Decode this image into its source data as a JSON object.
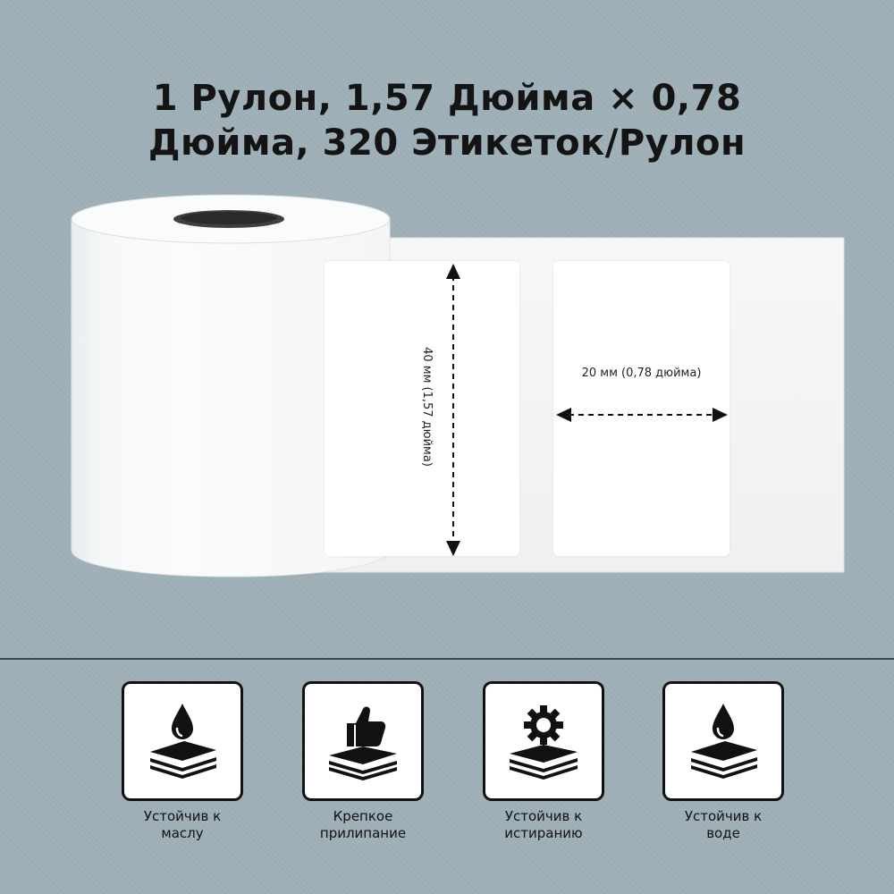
{
  "headline": {
    "line1": "1 Рулон, 1,57 Дюйма × 0,78",
    "line2": "Дюйма, 320 Этикеток/Рулон"
  },
  "dimensions": {
    "height_label": "40 мм (1,57 дюйма)",
    "width_label": "20 мм (0,78 дюйма)"
  },
  "features": [
    {
      "icon": "oil-drop-layers-icon",
      "line1": "Устойчив к",
      "line2": "маслу"
    },
    {
      "icon": "thumbs-up-layers-icon",
      "line1": "Крепкое",
      "line2": "прилипание"
    },
    {
      "icon": "gear-layers-icon",
      "line1": "Устойчив к",
      "line2": "истиранию"
    },
    {
      "icon": "water-drop-layers-icon",
      "line1": "Устойчив к",
      "line2": "воде"
    }
  ],
  "colors": {
    "background": "#9fb0b8",
    "roll": "#ffffff",
    "text": "#141414"
  }
}
